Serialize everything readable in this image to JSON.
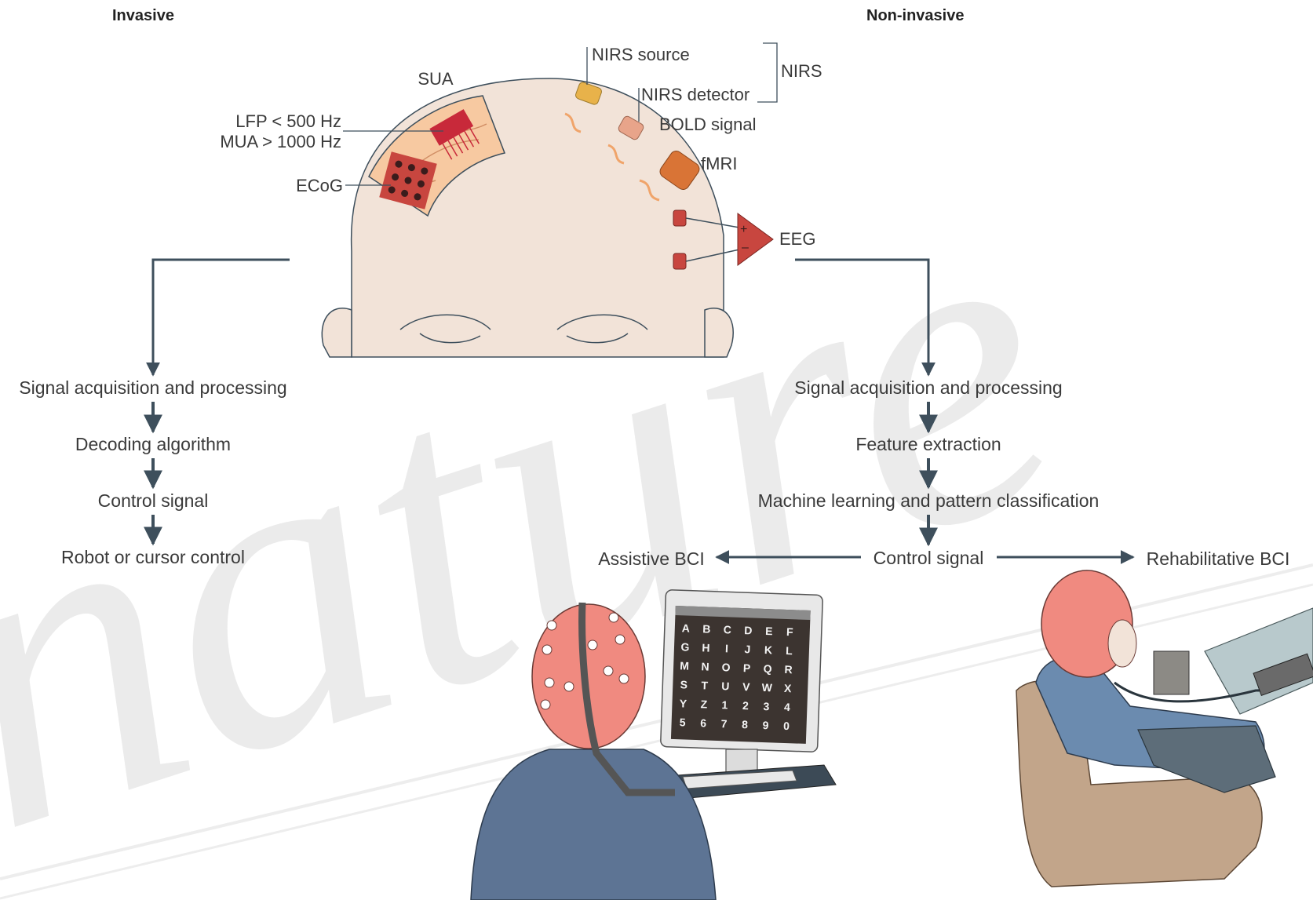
{
  "headers": {
    "invasive": "Invasive",
    "non_invasive": "Non-invasive"
  },
  "head_labels": {
    "sua": "SUA",
    "lfp": "LFP < 500 Hz",
    "mua": "MUA > 1000 Hz",
    "ecog": "ECoG",
    "nirs_source": "NIRS source",
    "nirs_detector": "NIRS detector",
    "nirs": "NIRS",
    "bold": "BOLD signal",
    "fmri": "fMRI",
    "eeg": "EEG"
  },
  "invasive_flow": [
    "Signal acquisition and processing",
    "Decoding algorithm",
    "Control signal",
    "Robot or cursor control"
  ],
  "noninvasive_flow": [
    "Signal acquisition and processing",
    "Feature extraction",
    "Machine learning and pattern classification",
    "Control signal"
  ],
  "outputs": {
    "assistive": "Assistive BCI",
    "rehabilitative": "Rehabilitative BCI"
  },
  "speller_grid": [
    [
      "A",
      "B",
      "C",
      "D",
      "E",
      "F"
    ],
    [
      "G",
      "H",
      "I",
      "J",
      "K",
      "L"
    ],
    [
      "M",
      "N",
      "O",
      "P",
      "Q",
      "R"
    ],
    [
      "S",
      "T",
      "U",
      "V",
      "W",
      "X"
    ],
    [
      "Y",
      "Z",
      "1",
      "2",
      "3",
      "4"
    ],
    [
      "5",
      "6",
      "7",
      "8",
      "9",
      "0"
    ]
  ],
  "watermark": "nature",
  "colors": {
    "skin": "#f2e3d8",
    "line": "#3e4f5c",
    "cap": "#f08a80",
    "shirt": "#5d7494",
    "chair": "#c2a58a",
    "electrode_red": "#c8463f",
    "fmri_orange": "#d97436",
    "nirs_yellow": "#e8b24a"
  }
}
